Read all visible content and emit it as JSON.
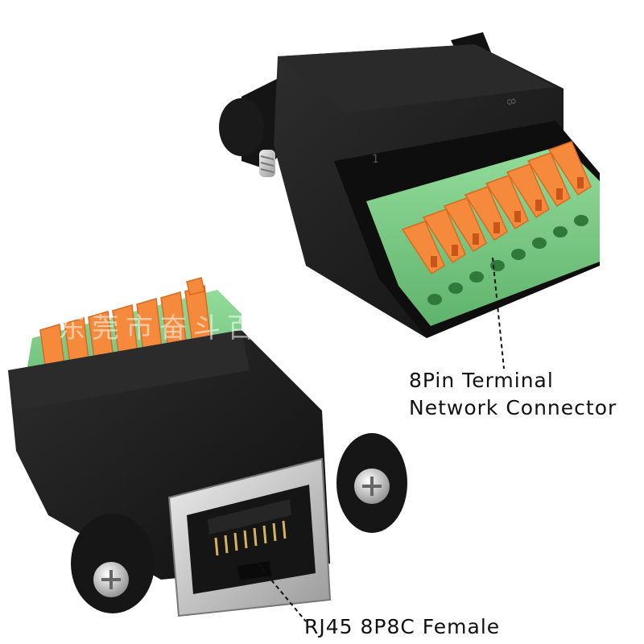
{
  "watermark": "东莞市奋斗百货科技有",
  "callouts": {
    "terminal_line1": "8Pin Terminal",
    "terminal_line2": "Network Connector",
    "rj45": "RJ45 8P8C Female"
  },
  "housing_marks": {
    "pin_first": "1",
    "pin_last": "8"
  },
  "colors": {
    "housing": "#1c1c1c",
    "terminal_block": "#7ccc86",
    "levers": "#f58a3c",
    "jack_metal": "#c9c9c9",
    "screws": "#d8d8d8"
  }
}
